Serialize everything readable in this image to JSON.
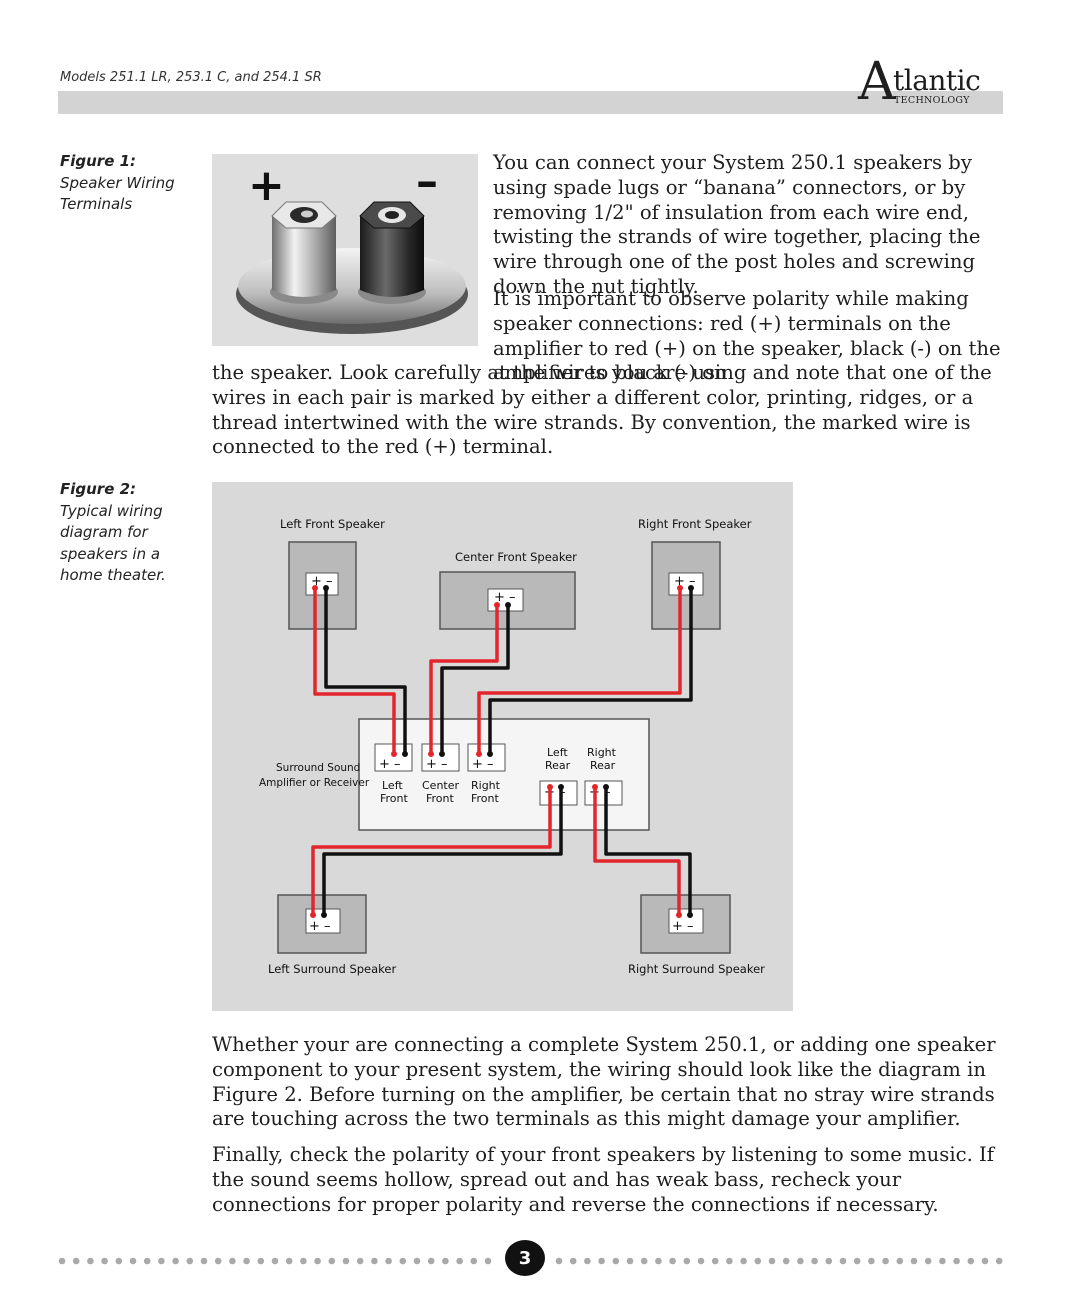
{
  "header": {
    "models_text": "Models 251.1 LR, 253.1 C, and 254.1 SR",
    "logo": {
      "initial": "A",
      "word": "tlantic",
      "sub": "TECHNOLOGY"
    }
  },
  "figure1": {
    "caption_lead": "Figure 1:",
    "caption_lines": [
      "Speaker Wiring",
      "Terminals"
    ],
    "plus_sign": "+",
    "minus_sign": "–"
  },
  "paragraphs": {
    "p1": "You can connect your System 250.1 speakers by using spade lugs or “banana” connectors, or by removing 1/2\" of insulation from each wire end, twisting the strands of wire together, placing the wire through one of the post holes and screwing down the nut tightly.",
    "p2": "It is important to observe polarity while making speaker connections: red (+) terminals on the amplifier to red (+) on the speaker, black (-) on the amplifier to black (-) on",
    "p3": "the speaker. Look carefully at the wires you are using and note that one of the wires in each pair is marked by either a different color, printing, ridges, or a thread intertwined with the wire strands. By convention, the marked wire is connected to the red (+) terminal.",
    "p4": "Whether your are connecting a complete System 250.1, or adding one speaker compo­nent to your present system, the wiring should look like the diagram in Figure 2. Before turning on the amplifier, be certain that no stray wire strands are touching across the two terminals as this might damage your amplifier.",
    "p5": "Finally, check the polarity of your front speakers by listening to some music. If the sound seems hollow, spread out and has weak bass, recheck your connections for proper polarity and reverse the connections if necessary."
  },
  "figure2": {
    "caption_lead": "Figure 2:",
    "caption_lines": [
      "Typical wiring",
      "diagram for",
      "speakers in a",
      "home theater."
    ],
    "speakers": {
      "left_front": "Left Front Speaker",
      "center_front": "Center Front Speaker",
      "right_front": "Right Front Speaker",
      "left_surround": "Left Surround Speaker",
      "right_surround": "Right Surround Speaker"
    },
    "amplifier": {
      "line1": "Surround Sound",
      "line2": "Amplifier or Receiver"
    },
    "channels": {
      "left_front": [
        "Left",
        "Front"
      ],
      "center_front": [
        "Center",
        "Front"
      ],
      "right_front": [
        "Right",
        "Front"
      ],
      "left_rear": [
        "Left",
        "Rear"
      ],
      "right_rear": [
        "Right",
        "Rear"
      ]
    },
    "terminal_label": "+ –",
    "colors": {
      "positive_wire": "#e2262c",
      "negative_wire": "#111111",
      "panel": "#d9d9d9"
    }
  },
  "footer": {
    "page_number": "3"
  }
}
